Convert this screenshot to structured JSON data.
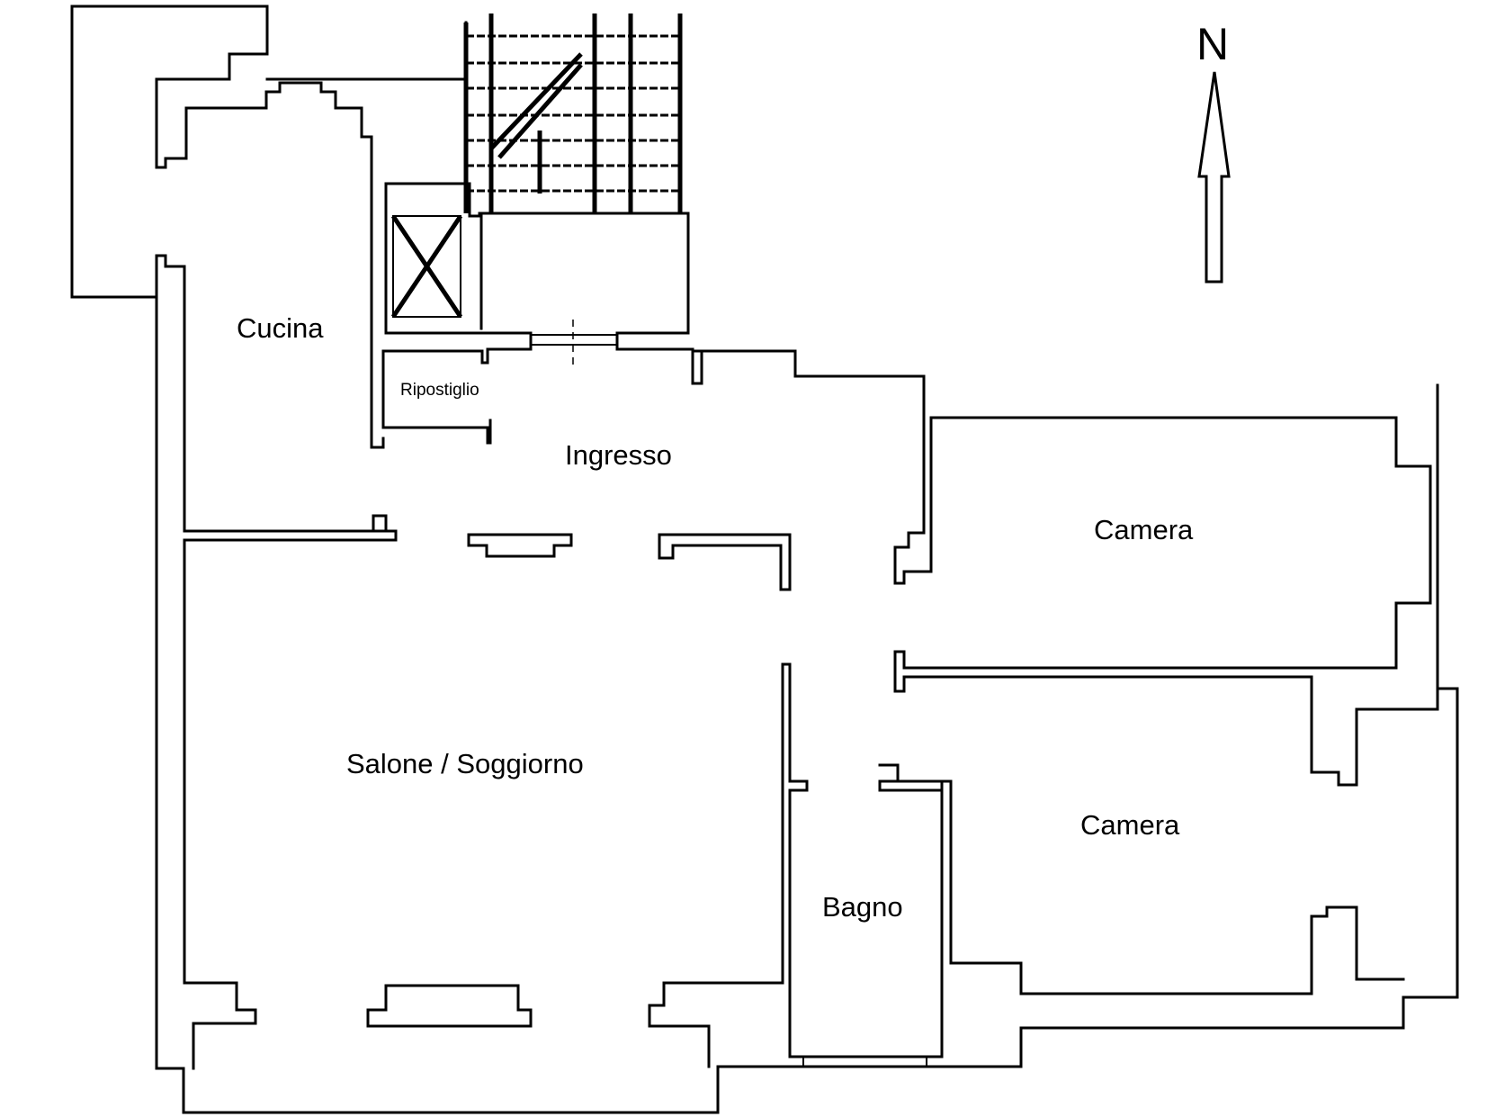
{
  "rooms": {
    "cucina": "Cucina",
    "ripostiglio": "Ripostiglio",
    "ingresso": "Ingresso",
    "camera_1": "Camera",
    "salone": "Salone / Soggiorno",
    "camera_2": "Camera",
    "bagno": "Bagno"
  },
  "compass": {
    "label": "N",
    "icon": "north-arrow-icon"
  },
  "colors": {
    "lines": "#000000",
    "background": "#ffffff"
  }
}
